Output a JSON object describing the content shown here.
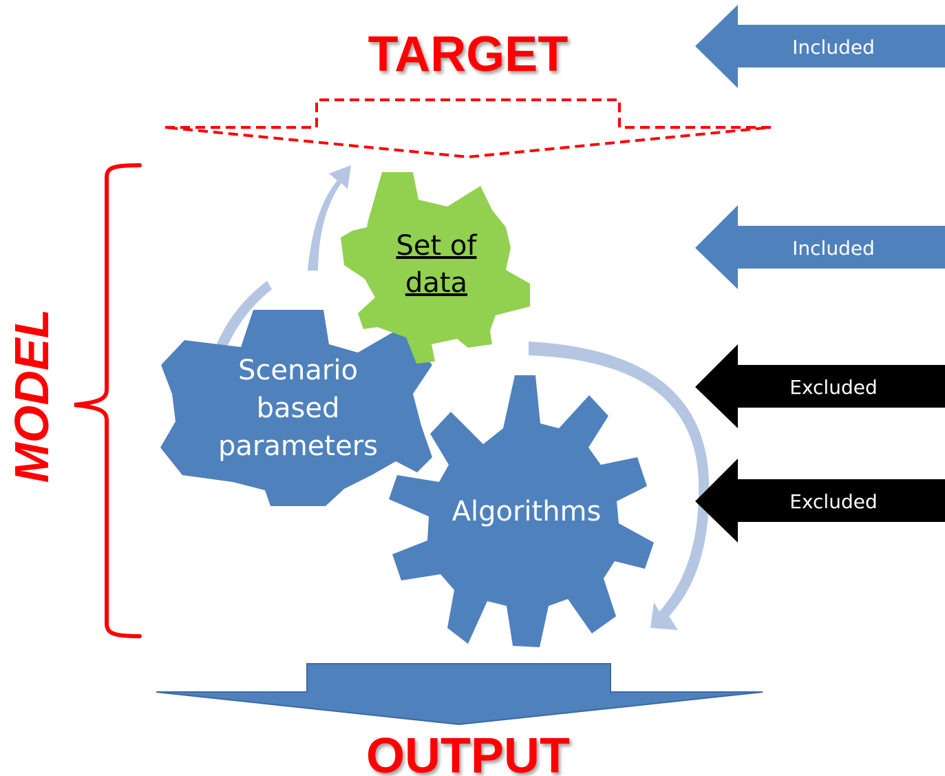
{
  "diagram": {
    "target_label": "TARGET",
    "output_label": "OUTPUT",
    "model_label": "MODEL",
    "gears": {
      "data": {
        "line1": "Set of",
        "line2": "data"
      },
      "scenario": {
        "line1": "Scenario",
        "line2": "based",
        "line3": "parameters"
      },
      "algorithms": {
        "line1": "Algorithms"
      }
    },
    "side_arrows": [
      {
        "label": "Included",
        "status": "included"
      },
      {
        "label": "Included",
        "status": "included"
      },
      {
        "label": "Excluded",
        "status": "excluded"
      },
      {
        "label": "Excluded",
        "status": "excluded"
      }
    ]
  },
  "colors": {
    "title_red": "#ff0000",
    "gear_blue": "#4f81bd",
    "gear_green": "#92d050",
    "cycle_arrow": "#b4c6e2",
    "included_arrow": "#4f81bd",
    "excluded_arrow": "#000000",
    "output_arrow": "#4f81bd",
    "text_white": "#ffffff",
    "text_black": "#000000"
  }
}
